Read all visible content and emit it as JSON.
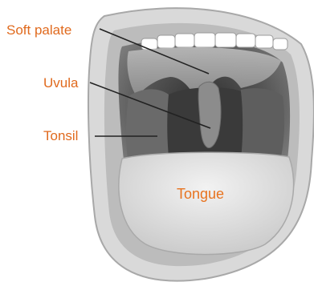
{
  "labels": {
    "soft_palate": "Soft palate",
    "uvula": "Uvula",
    "tonsil": "Tonsil",
    "tongue": "Tongue"
  },
  "colors": {
    "label_text": "#e06a1e",
    "lips": "#d6d6d6",
    "throat": "#4a4a4a",
    "palate": "#9a9a9a",
    "tongue": "#e3e3e3",
    "teeth": "#ffffff",
    "leader_line": "#222222"
  }
}
